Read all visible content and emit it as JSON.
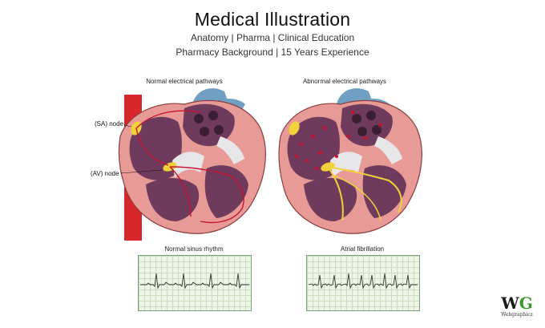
{
  "header": {
    "title": "Medical Illustration",
    "subtitle_line1": "Anatomy | Pharma | Clinical Education",
    "subtitle_line2": "Pharmacy Background | 15 Years Experience"
  },
  "diagram": {
    "left_caption": "Normal electrical pathways",
    "right_caption": "Abnormal electrical pathways",
    "sa_node_label": "(SA) node",
    "av_node_label": "(AV) node"
  },
  "ecg": {
    "left_caption": "Normal sinus rhythm",
    "right_caption": "Atrial fibrillation"
  },
  "logo": {
    "mark_w": "W",
    "mark_g": "G",
    "text": "Webgraphicz"
  },
  "colors": {
    "heart_muscle": "#e89a96",
    "chamber": "#6e3b5c",
    "aorta": "#d8262a",
    "vessel_blue": "#6f9fc2",
    "valve_white": "#e7e7ea",
    "pathway": "#c8102e",
    "node_yellow": "#f2d23a",
    "ecg_grid": "#c9dcc0",
    "ecg_bg": "#eef6e8"
  }
}
